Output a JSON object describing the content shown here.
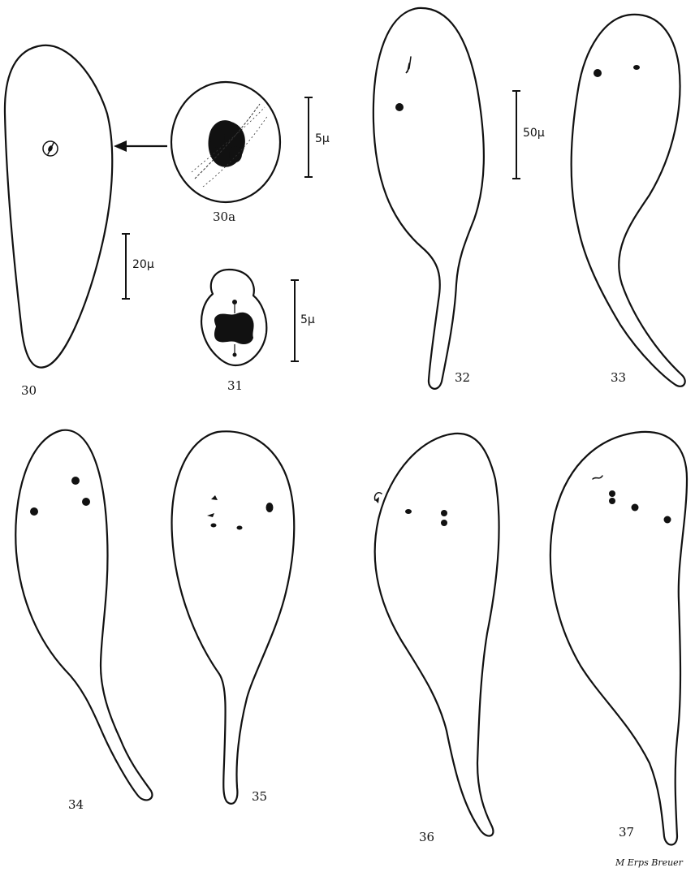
{
  "figures": [
    {
      "id": "30",
      "label": "30"
    },
    {
      "id": "30a",
      "label": "30a"
    },
    {
      "id": "31",
      "label": "31"
    },
    {
      "id": "32",
      "label": "32"
    },
    {
      "id": "33",
      "label": "33"
    },
    {
      "id": "34",
      "label": "34"
    },
    {
      "id": "35",
      "label": "35"
    },
    {
      "id": "36",
      "label": "36"
    },
    {
      "id": "37",
      "label": "37"
    }
  ],
  "scale_bars": {
    "fig30": "20µ",
    "fig30a": "5µ",
    "fig31": "5µ",
    "fig32": "50µ"
  },
  "signature": "M Erps Breuer"
}
